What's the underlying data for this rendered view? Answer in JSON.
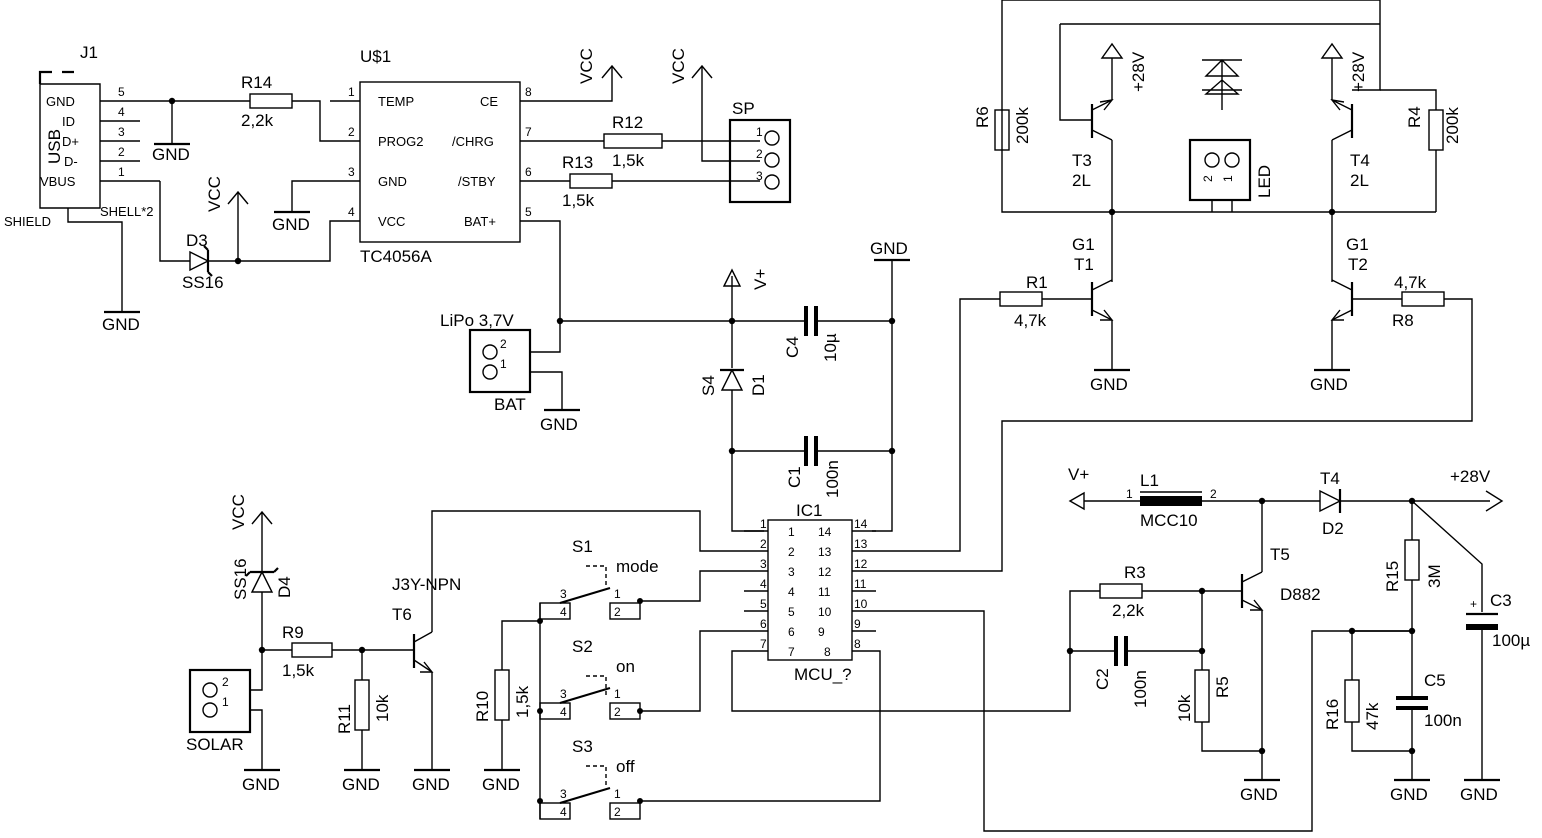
{
  "connector": {
    "j1": "J1",
    "usb": "USB",
    "pins": [
      "GND",
      "ID",
      "D+",
      "D-",
      "VBUS"
    ],
    "pin_numbers": [
      "5",
      "4",
      "3",
      "2",
      "1"
    ],
    "shield": "SHIELD",
    "shell": "SHELL*2"
  },
  "charger": {
    "name": "U$1",
    "part": "TC4056A",
    "left_pins": [
      "TEMP",
      "PROG2",
      "GND",
      "VCC"
    ],
    "left_nums": [
      "1",
      "2",
      "3",
      "4"
    ],
    "right_pins": [
      "CE",
      "/CHRG",
      "/STBY",
      "BAT+"
    ],
    "right_nums": [
      "8",
      "7",
      "6",
      "5"
    ]
  },
  "r14": {
    "ref": "R14",
    "val": "2,2k"
  },
  "r12": {
    "ref": "R12",
    "val": "1,5k"
  },
  "r13": {
    "ref": "R13",
    "val": "1,5k"
  },
  "d3": {
    "ref": "D3",
    "val": "SS16"
  },
  "sp": {
    "ref": "SP",
    "pins": [
      "1",
      "2",
      "3"
    ]
  },
  "lipo": {
    "label": "LiPo 3,7V",
    "ref": "BAT",
    "pins": [
      "2",
      "1"
    ]
  },
  "c4": {
    "ref": "C4",
    "val": "10µ"
  },
  "c1": {
    "ref": "C1",
    "val": "100n"
  },
  "s4d1": {
    "ref1": "S4",
    "ref2": "D1"
  },
  "power": {
    "vcc": "VCC",
    "gnd": "GND",
    "vplus": "V+",
    "v28": "+28V"
  },
  "r6": {
    "ref": "R6",
    "val": "200k"
  },
  "r4": {
    "ref": "R4",
    "val": "200k"
  },
  "t3": {
    "ref": "T3",
    "val": "2L"
  },
  "t4u": {
    "ref": "T4",
    "val": "2L"
  },
  "led": {
    "ref": "LED",
    "pins": [
      "2",
      "1"
    ]
  },
  "t1": {
    "g": "G1",
    "ref": "T1"
  },
  "t2": {
    "g": "G1",
    "ref": "T2"
  },
  "r1": {
    "ref": "R1",
    "val": "4,7k"
  },
  "r8": {
    "ref": "R8",
    "val": "4,7k"
  },
  "mcu": {
    "ref": "IC1",
    "name": "MCU_?",
    "left": [
      "1",
      "2",
      "3",
      "4",
      "5",
      "6",
      "7"
    ],
    "right": [
      "14",
      "13",
      "12",
      "11",
      "10",
      "9",
      "8"
    ]
  },
  "switches": [
    {
      "ref": "S1",
      "label": "mode"
    },
    {
      "ref": "S2",
      "label": "on"
    },
    {
      "ref": "S3",
      "label": "off"
    }
  ],
  "switch_pins": [
    "3",
    "4",
    "1",
    "2"
  ],
  "r10": {
    "ref": "R10",
    "val": "1,5k"
  },
  "solar": {
    "ref": "SOLAR",
    "pins": [
      "2",
      "1"
    ]
  },
  "d4": {
    "ref": "D4",
    "val": "SS16"
  },
  "r9": {
    "ref": "R9",
    "val": "1,5k"
  },
  "r11": {
    "ref": "R11",
    "val": "10k"
  },
  "t6": {
    "ref": "T6",
    "val": "J3Y-NPN"
  },
  "l1": {
    "ref": "L1",
    "val": "MCC10",
    "pins": [
      "1",
      "2"
    ]
  },
  "t4d": {
    "ref": "T4"
  },
  "d2": {
    "ref": "D2"
  },
  "t5": {
    "ref": "T5",
    "val": "D882"
  },
  "r3": {
    "ref": "R3",
    "val": "2,2k"
  },
  "c2": {
    "ref": "C2",
    "val": "100n"
  },
  "r5": {
    "ref": "R5",
    "val": "10k"
  },
  "r15": {
    "ref": "R15",
    "val": "3M"
  },
  "c3": {
    "ref": "C3",
    "val": "100µ"
  },
  "c5": {
    "ref": "C5",
    "val": "100n"
  },
  "r16": {
    "ref": "R16",
    "val": "47k"
  }
}
